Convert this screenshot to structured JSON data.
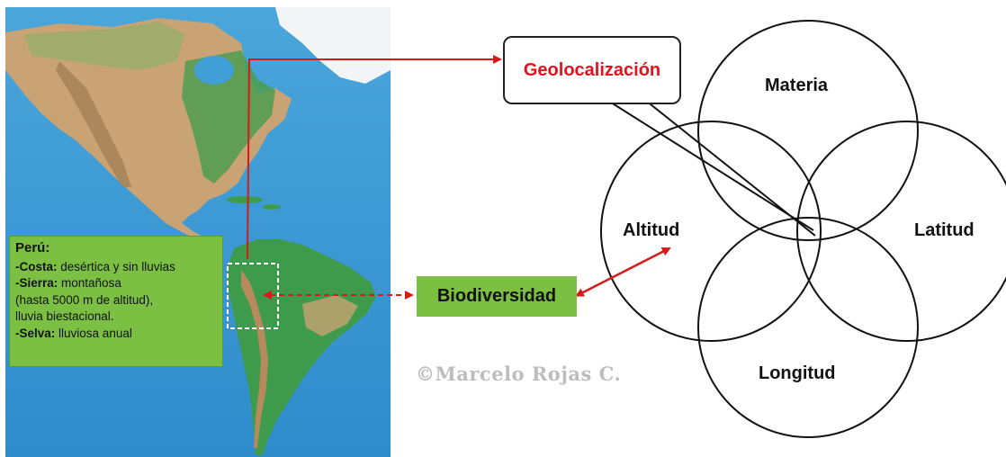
{
  "map": {
    "peru_box": {
      "title": "Perú:",
      "lines": [
        {
          "key": "-Costa:",
          "text": " desértica y sin lluvias"
        },
        {
          "key": "-Sierra:",
          "text": " montañosa"
        },
        {
          "key": "",
          "text": "(hasta 5000 m de altitud),"
        },
        {
          "key": "",
          "text": " lluvia biestacional."
        },
        {
          "key": "-Selva:",
          "text": " lluviosa anual"
        }
      ]
    }
  },
  "diagram": {
    "geolocalizacion": "Geolocalización",
    "biodiversidad": "Biodiversidad",
    "circles": {
      "materia": "Materia",
      "altitud": "Altitud",
      "latitud": "Latitud",
      "longitud": "Longitud"
    },
    "watermark": "©Marcelo Rojas C."
  },
  "colors": {
    "ocean": "#3f9fd6",
    "land_green": "#3f9b4c",
    "land_tan": "#c9a373",
    "ice": "#f2f4f5",
    "box_green": "#7cc043",
    "accent_red": "#e3121f",
    "arrow_red": "#d61a1a"
  }
}
